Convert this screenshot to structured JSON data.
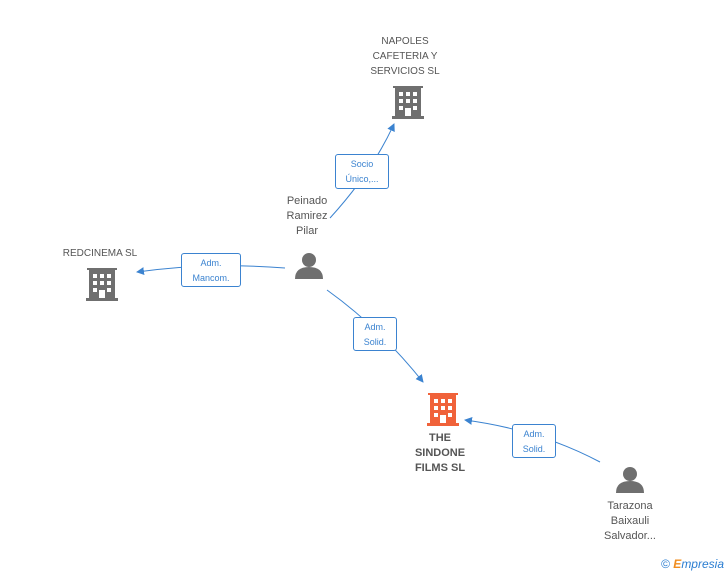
{
  "nodes": {
    "napoles": {
      "label_lines": [
        "NAPOLES",
        "CAFETERIA Y",
        "SERVICIOS SL"
      ],
      "kind": "company",
      "color": "#6f6f6f"
    },
    "redcinema": {
      "label": "REDCINEMA SL",
      "kind": "company",
      "color": "#6f6f6f"
    },
    "sindone": {
      "label_lines": [
        "THE",
        "SINDONE",
        "FILMS SL"
      ],
      "kind": "company-main",
      "color": "#f0623a"
    },
    "peinado": {
      "label_lines": [
        "Peinado",
        "Ramirez",
        "Pilar"
      ],
      "kind": "person",
      "color": "#6f6f6f"
    },
    "tarazona": {
      "label_lines": [
        "Tarazona",
        "Baixauli",
        "Salvador..."
      ],
      "kind": "person",
      "color": "#6f6f6f"
    }
  },
  "edges": {
    "socio": {
      "lines": [
        "Socio",
        "Único,..."
      ]
    },
    "mancom": {
      "lines": [
        "Adm.",
        "Mancom."
      ]
    },
    "solid1": {
      "lines": [
        "Adm.",
        "Solid."
      ]
    },
    "solid2": {
      "lines": [
        "Adm.",
        "Solid."
      ]
    }
  },
  "colors": {
    "edge": "#3b83d0",
    "footer": "#2a7dd1",
    "brand_e": "#f08c1e"
  },
  "footer": {
    "copyright": "©",
    "brand_initial": "E",
    "brand_rest": "mpresia"
  }
}
